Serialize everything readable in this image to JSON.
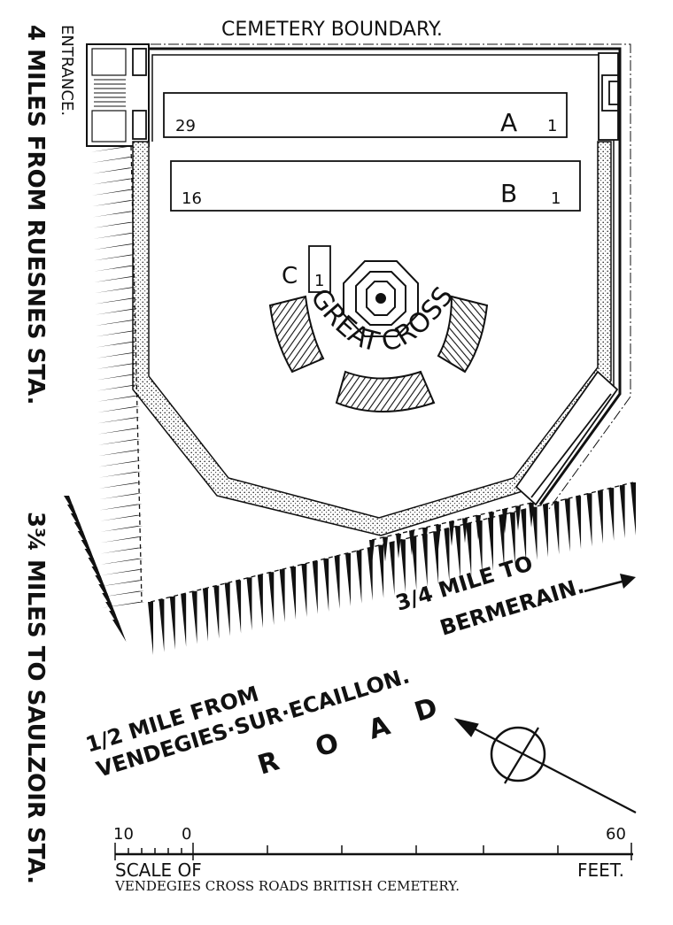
{
  "labels": {
    "cemetery_boundary": "CEMETERY BOUNDARY.",
    "entrance": "ENTRANCE.",
    "miles_ruesnes": "4 MILES FROM RUESNES STA.",
    "miles_saulzoir": "3¾ MILES TO SAULZOIR STA.",
    "bermerain_1": "3/4 MILE TO",
    "bermerain_2": "BERMERAIN.",
    "vendegies_1": "1/2 MILE FROM",
    "vendegies_2": "VENDEGIES·SUR·ECAILLON.",
    "road_r": "R",
    "road_o": "O",
    "road_a": "A",
    "road_d": "D",
    "great_cross": "GREAT CROSS."
  },
  "rows": [
    {
      "id": "A",
      "first": "29",
      "last": "1"
    },
    {
      "id": "B",
      "first": "16",
      "last": "1"
    },
    {
      "id": "C",
      "first": "",
      "last": "1"
    }
  ],
  "scale": {
    "tick_left": "10",
    "tick_zero": "0",
    "tick_right": "60",
    "label_left": "SCALE OF",
    "label_right": "FEET."
  },
  "caption": "VENDEGIES CROSS ROADS BRITISH CEMETERY."
}
